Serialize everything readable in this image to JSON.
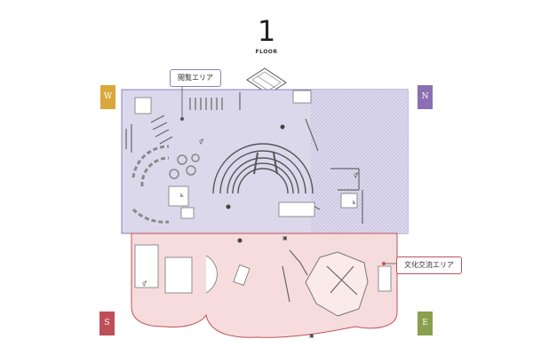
{
  "floor": {
    "number": "1",
    "label": "FLOOR"
  },
  "compass": {
    "west": "W",
    "north": "N",
    "south": "S",
    "east": "E"
  },
  "areas": {
    "viewing": {
      "label": "閲覧エリア"
    },
    "culture_exchange": {
      "label": "文化交流エリア"
    }
  },
  "colors": {
    "viewing_fill": "#dcd8ec",
    "viewing_stroke": "#8a80b8",
    "culture_fill": "#f7dcdd",
    "culture_stroke": "#c0505a",
    "west": "#d9a83a",
    "north": "#8b6fb3",
    "south": "#bf4e57",
    "east": "#8aa04e",
    "walls": "#666666"
  }
}
